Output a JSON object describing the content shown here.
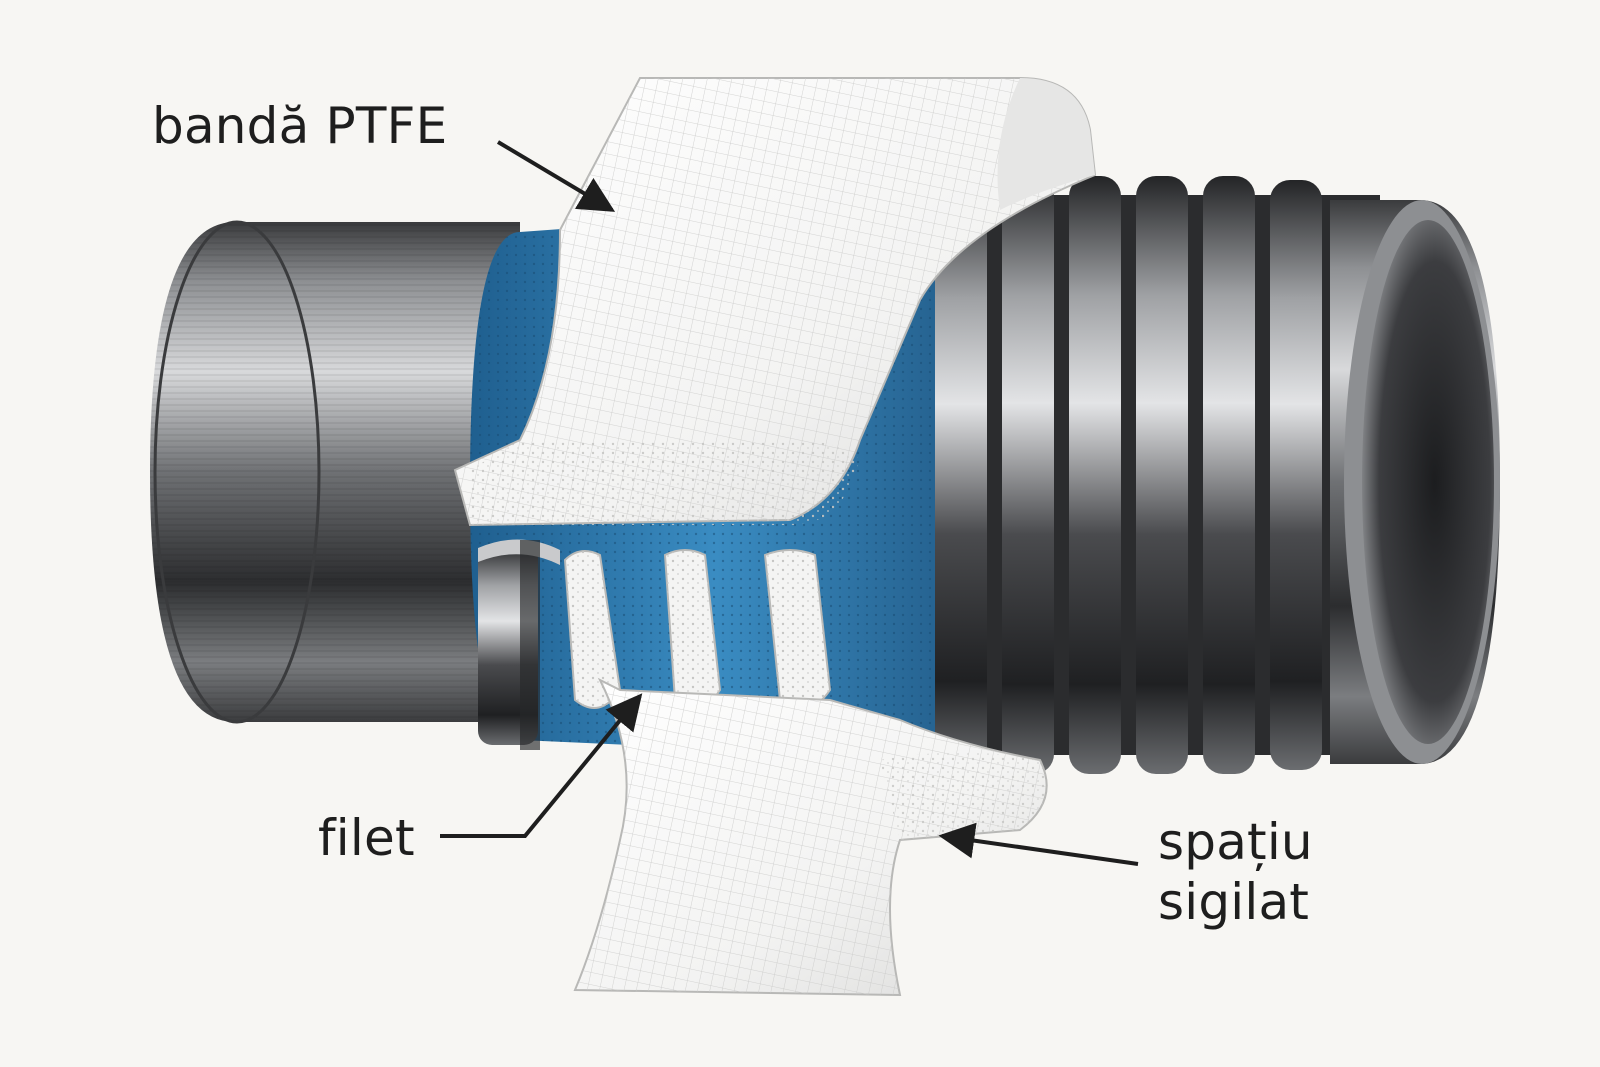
{
  "labels": {
    "tape": "bandă PTFE",
    "thread": "filet",
    "sealed_line1": "spațiu",
    "sealed_line2": "sigilat"
  },
  "colors": {
    "background": "#f7f6f3",
    "pipe_dark": "#2f3032",
    "pipe_light": "#b9bbbe",
    "sealant_blue": "#2f7fb3",
    "tape_white": "#fbfbfa",
    "text": "#1e1e1e"
  }
}
